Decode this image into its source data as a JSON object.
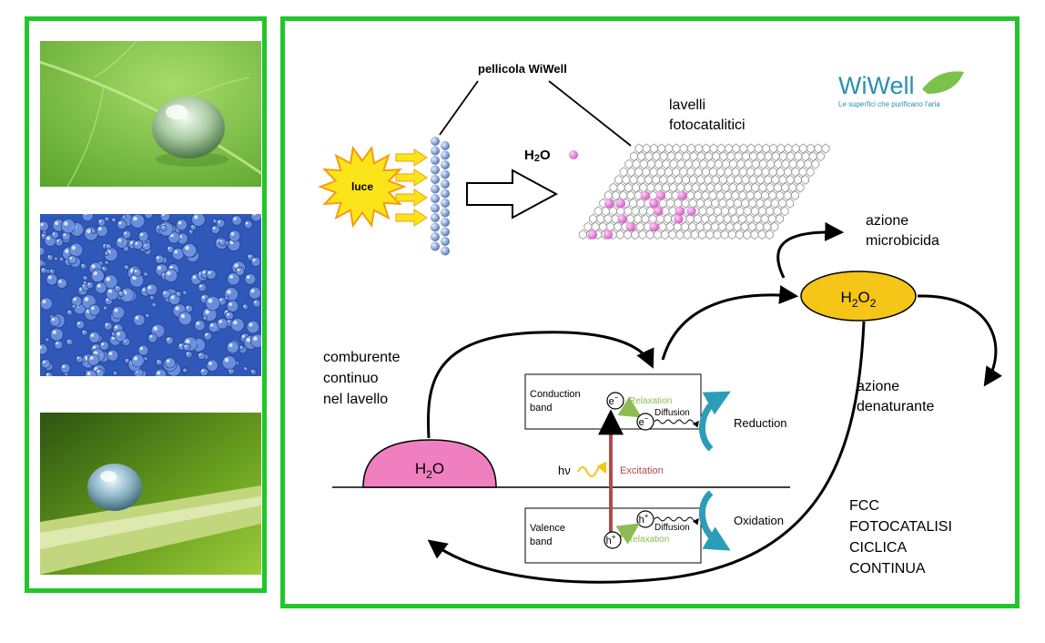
{
  "colors": {
    "frame_green": "#22c62a",
    "h2o_pink": "#f07fc0",
    "h2o2_yellow": "#f5c518",
    "sun_yellow": "#fbe51a",
    "sun_orange": "#f39c12",
    "molecule_pink": "#e67fd8",
    "lattice_gray": "#9a9a9a",
    "excitation_red": "#b34a4a",
    "relaxation_green": "#8dbb52",
    "cycle_teal": "#2b9db8",
    "logo_teal": "#2a8fb0",
    "logo_leaf": "#7bc24a"
  },
  "photos": [
    {
      "subject": "water-drop-on-green-leaf"
    },
    {
      "subject": "water-droplets-on-blue-surface"
    },
    {
      "subject": "water-drop-on-grass-blade"
    }
  ],
  "logo": {
    "name": "WiWell",
    "tagline": "Le superfici che purificano l'aria"
  },
  "labels": {
    "film": "pellicola WiWell",
    "light": "luce",
    "water_molecule": "H",
    "water_molecule_o": "O",
    "water_sub": "2",
    "sinks": [
      "lavelli",
      "fotocatalitici"
    ],
    "microbicidal": [
      "azione",
      "microbicida"
    ],
    "denaturing": [
      "azione",
      "denaturante"
    ],
    "fuel": [
      "comburente",
      "continuo",
      "nel lavello"
    ],
    "h2o": {
      "h": "H",
      "sub": "2",
      "o": "O"
    },
    "h2o2": {
      "h": "H",
      "sub1": "2",
      "o": "O",
      "sub2": "2"
    },
    "fcc": [
      "FCC",
      "FOTOCATALISI",
      "CICLICA",
      "CONTINUA"
    ]
  },
  "band_diagram": {
    "conduction": [
      "Conduction",
      "band"
    ],
    "valence": [
      "Valence",
      "band"
    ],
    "electron": "e",
    "electron_sign": "−",
    "hole": "h",
    "hole_sign": "+",
    "relaxation": "Relaxation",
    "diffusion": "Diffusion",
    "excitation": "Excitation",
    "photon": "hν",
    "reduction": "Reduction",
    "oxidation": "Oxidation"
  }
}
